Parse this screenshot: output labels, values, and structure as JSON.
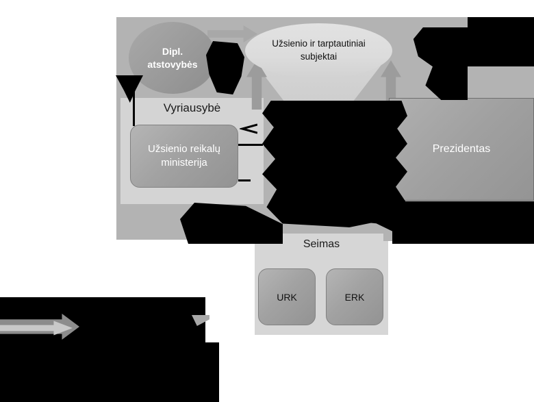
{
  "diagram": {
    "title_alt": "Lithuanian foreign policy actors diagram",
    "nodes": {
      "dipl_atstovybes": "Dipl.\natstovybės",
      "dipl_atstovybes_line1": "Dipl.",
      "dipl_atstovybes_line2": "atstovybės",
      "uzsienio_subjektai_line1": "Užsienio ir tarptautiniai",
      "uzsienio_subjektai_line2": "subjektai",
      "vyriausybe": "Vyriausybė",
      "urm_line1": "Užsienio reikalų",
      "urm_line2": "ministerija",
      "prezidentas": "Prezidentas",
      "seimas": "Seimas",
      "urk": "URK",
      "erk": "ERK"
    },
    "colors": {
      "panel_outer": "#b3b3b3",
      "panel_government": "#d4d4d4",
      "panel_seimas": "#d6d6d6",
      "node_fill_dark": "#9a9a9a",
      "node_fill_light": "#dcdcdc",
      "arrow_block": "#a8a8a8",
      "redaction": "#000000",
      "text_light": "#ffffff",
      "text_dark": "#111111"
    }
  }
}
